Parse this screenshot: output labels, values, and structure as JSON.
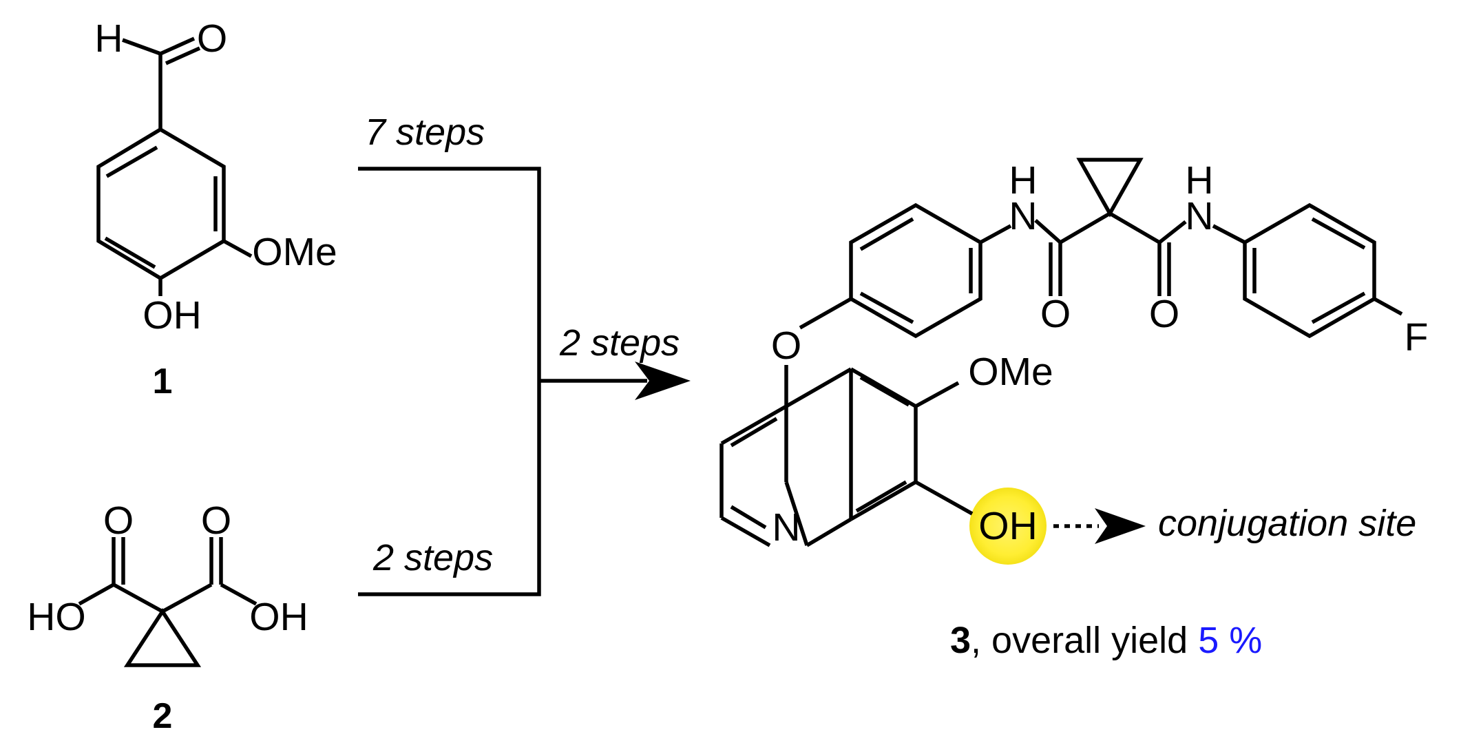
{
  "compound1": {
    "number": "1",
    "labels": {
      "h": "H",
      "o_aldehyde": "O",
      "ome": "OMe",
      "oh": "OH"
    }
  },
  "compound2": {
    "number": "2",
    "labels": {
      "o_left": "O",
      "o_right": "O",
      "ho": "HO",
      "oh": "OH"
    }
  },
  "compound3": {
    "number": "3",
    "caption": ", overall yield ",
    "yield": "5 %",
    "labels": {
      "o_ether": "O",
      "ome": "OMe",
      "oh": "OH",
      "n_quinoline": "N",
      "nh_left_h": "H",
      "nh_left_n": "N",
      "nh_right_h": "H",
      "nh_right_n": "N",
      "o_amide_left": "O",
      "o_amide_right": "O",
      "f": "F"
    }
  },
  "steps": {
    "top": "7 steps",
    "bottom": "2 steps",
    "middle": "2 steps"
  },
  "annotation": {
    "conjugation": "conjugation site"
  },
  "colors": {
    "yield": "#1a1aff",
    "highlight": "#ffee33"
  }
}
